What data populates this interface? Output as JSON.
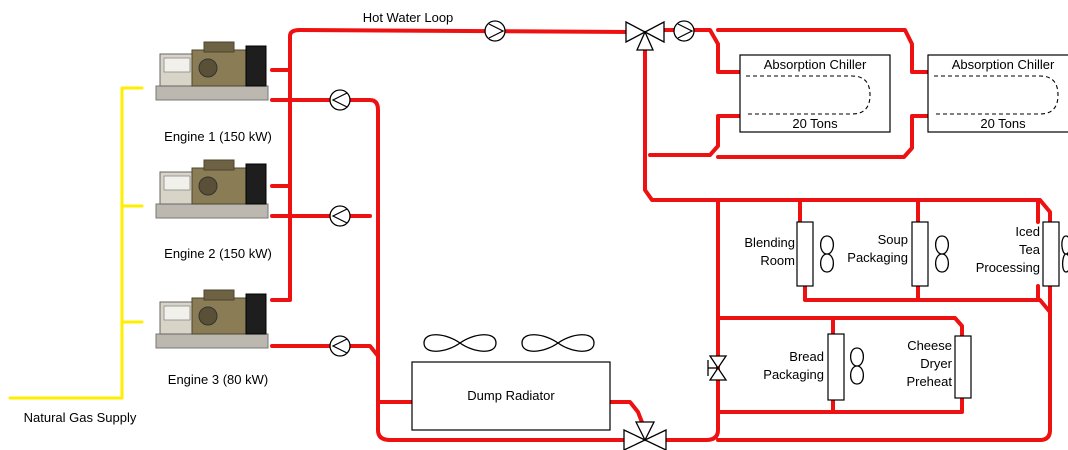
{
  "colors": {
    "pipe": "#ee1111",
    "gas": "#ffee00",
    "engine_body": "#8a7d55",
    "engine_base": "#bcb8b0"
  },
  "labels": {
    "hot_water_loop": "Hot Water Loop",
    "natural_gas_supply": "Natural Gas Supply",
    "dump_radiator": "Dump Radiator"
  },
  "engines": [
    {
      "label": "Engine 1 (150 kW)"
    },
    {
      "label": "Engine 2 (150 kW)"
    },
    {
      "label": "Engine 3 (80 kW)"
    }
  ],
  "chillers": [
    {
      "name": "Absorption Chiller",
      "capacity": "20 Tons"
    },
    {
      "name": "Absorption Chiller",
      "capacity": "20 Tons"
    }
  ],
  "loads": {
    "blending": [
      "Blending",
      "Room"
    ],
    "soup": [
      "Soup",
      "Packaging"
    ],
    "iced_tea": [
      "Iced",
      "Tea",
      "Processing"
    ],
    "bread": [
      "Bread",
      "Packaging"
    ],
    "cheese": [
      "Cheese",
      "Dryer",
      "Preheat"
    ]
  }
}
